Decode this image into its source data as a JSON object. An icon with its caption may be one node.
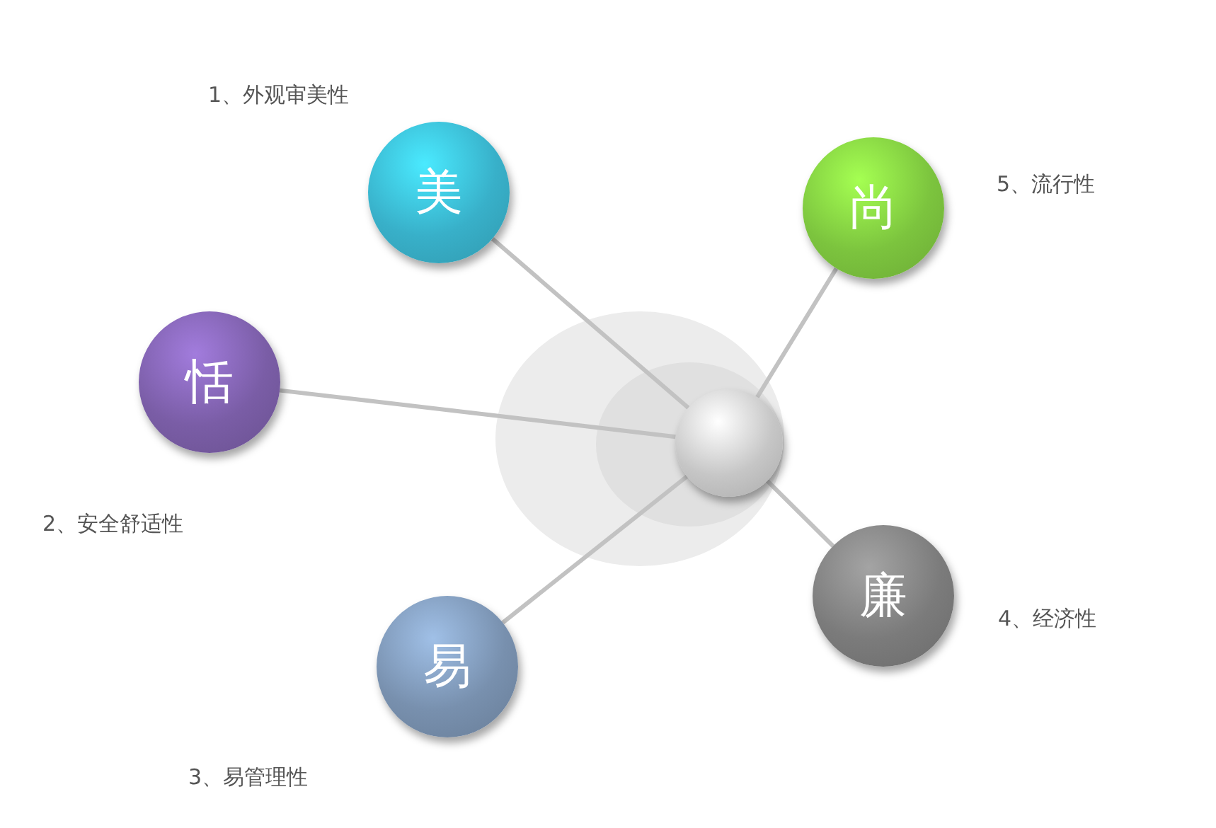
{
  "diagram": {
    "nodes": [
      {
        "text": [
          "美"
        ],
        "beside": [
          "1、外观审美性"
        ]
      },
      {
        "text": [
          "尚"
        ],
        "beside": [
          "5、流行性"
        ]
      },
      {
        "text": [
          "恬"
        ],
        "beside": [
          "2、安全舒适性"
        ]
      },
      {
        "text": [],
        "shape": "circle"
      },
      {
        "text": [
          "廉"
        ],
        "beside": [
          "4、经济性"
        ]
      },
      {
        "text": [
          "易"
        ],
        "beside": [
          "3、易管理性"
        ]
      }
    ],
    "edges": [
      {
        "from": 0,
        "to": 3,
        "arrow": "none"
      },
      {
        "from": 1,
        "to": 3,
        "arrow": "none"
      },
      {
        "from": 2,
        "to": 3,
        "arrow": "none"
      },
      {
        "from": 4,
        "to": 3,
        "arrow": "none"
      },
      {
        "from": 5,
        "to": 3,
        "arrow": "none"
      }
    ]
  }
}
